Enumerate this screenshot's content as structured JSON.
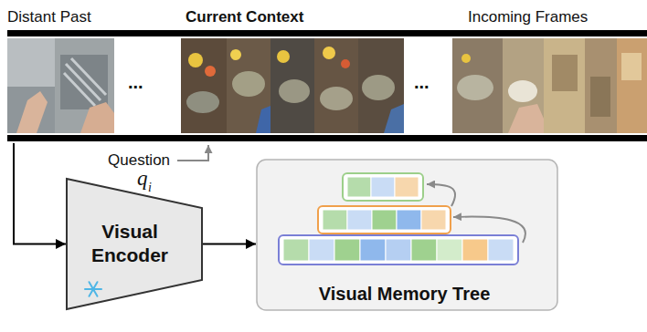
{
  "diagram": {
    "nodes": [
      {
        "text": [
          "Distant Past",
          "Current Context",
          "Incoming Frames"
        ]
      },
      {
        "text": [
          "Visual Encoder"
        ]
      },
      {
        "text": [
          "Visual Memory Tree"
        ]
      }
    ],
    "edges": [
      {
        "from": 0,
        "to": 1,
        "arrow": "to"
      },
      {
        "from": 1,
        "to": 2,
        "arrow": "to"
      }
    ],
    "labels": [
      "...",
      "...",
      "Question",
      "q",
      "i"
    ]
  }
}
